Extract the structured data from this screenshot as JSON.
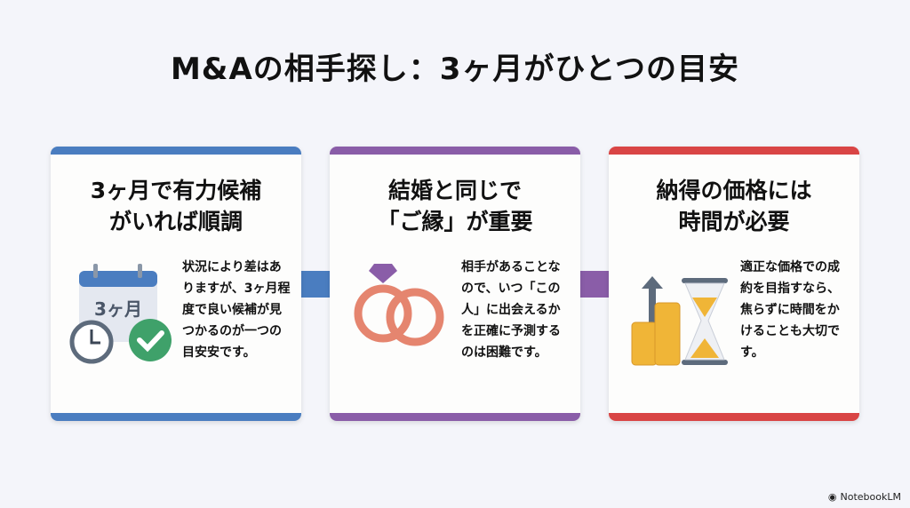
{
  "title": "M&Aの相手探し：3ヶ月がひとつの目安",
  "colors": {
    "blue": "#4a7dc0",
    "purple": "#8a5da8",
    "red": "#d94545"
  },
  "cards": [
    {
      "title_lines": [
        "3ヶ月で有力候補",
        "がいれば順調"
      ],
      "body": "状況により差はありますが、3ヶ月程度で良い候補が見つかるのが一つの目安安です。",
      "icon": "calendar-clock-check-icon",
      "icon_text": "3ヶ月"
    },
    {
      "title_lines": [
        "結婚と同じで",
        "「ご縁」が重要"
      ],
      "body": "相手があることなので、いつ「この人」に出会えるかを正確に予測するのは困難です。",
      "icon": "rings-icon"
    },
    {
      "title_lines": [
        "納得の価格には",
        "時間が必要"
      ],
      "body": "適正な価格での成約を目指すなら、焦らずに時間をかけることも大切です。",
      "icon": "coins-hourglass-icon"
    }
  ],
  "footer": "NotebookLM"
}
